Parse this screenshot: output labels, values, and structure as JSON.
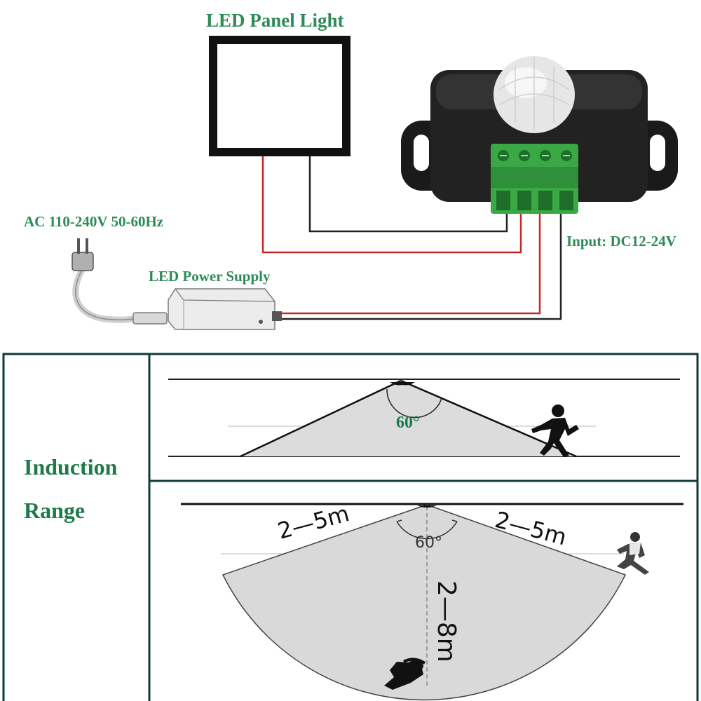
{
  "labels": {
    "panel_light": "LED Panel Light",
    "ac_input": "AC 110-240V 50-60Hz",
    "power_supply": "LED Power Supply",
    "dc_input": "Input: DC12-24V",
    "induction": "Induction",
    "range": "Range",
    "side_angle": "60°",
    "top_angle": "60°",
    "dist_left": "2—5m",
    "dist_right": "2—5m",
    "dist_center": "2—8m"
  },
  "colors": {
    "label_green": "#2e8b57",
    "heading_green": "#1d7a4a",
    "wire_red": "#c62828",
    "wire_black": "#222222",
    "terminal_green": "#3aa845",
    "sensor_body": "#1e1e1e",
    "zone_fill": "#d8d8d8"
  },
  "icons": [
    "plug-icon",
    "pir-sensor-icon",
    "walking-person-icon",
    "running-person-icon",
    "crouching-person-icon"
  ]
}
